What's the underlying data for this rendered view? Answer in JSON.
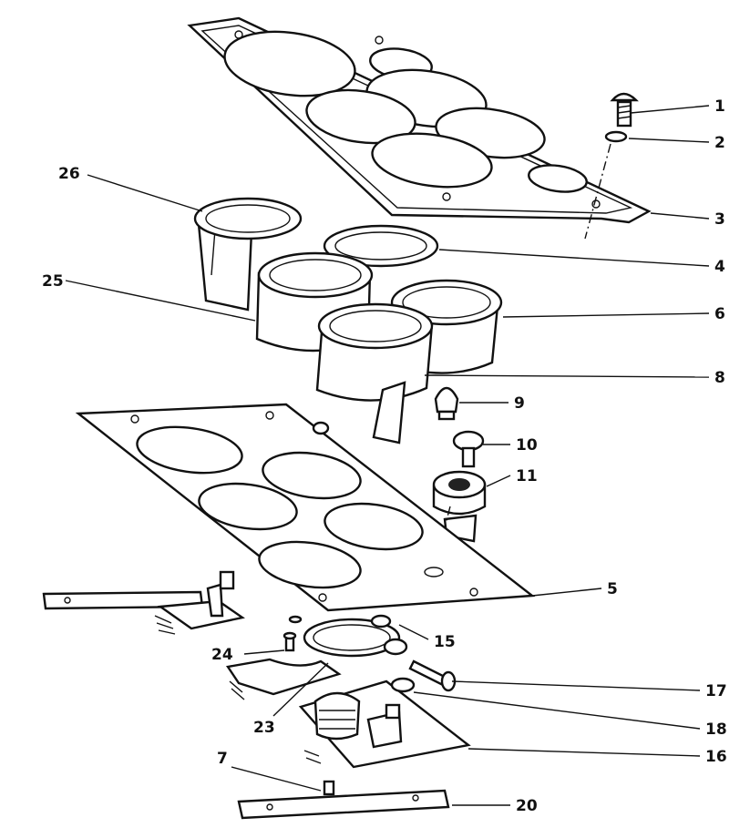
{
  "callouts": [
    {
      "id": "c1",
      "label": "1"
    },
    {
      "id": "c2",
      "label": "2"
    },
    {
      "id": "c3",
      "label": "3"
    },
    {
      "id": "c4",
      "label": "4"
    },
    {
      "id": "c5",
      "label": "5"
    },
    {
      "id": "c6",
      "label": "6"
    },
    {
      "id": "c7",
      "label": "7"
    },
    {
      "id": "c8",
      "label": "8"
    },
    {
      "id": "c9",
      "label": "9"
    },
    {
      "id": "c10",
      "label": "10"
    },
    {
      "id": "c11",
      "label": "11"
    },
    {
      "id": "c15",
      "label": "15"
    },
    {
      "id": "c16",
      "label": "16"
    },
    {
      "id": "c17",
      "label": "17"
    },
    {
      "id": "c18",
      "label": "18"
    },
    {
      "id": "c20",
      "label": "20"
    },
    {
      "id": "c23",
      "label": "23"
    },
    {
      "id": "c24",
      "label": "24"
    },
    {
      "id": "c25",
      "label": "25"
    },
    {
      "id": "c26",
      "label": "26"
    }
  ]
}
